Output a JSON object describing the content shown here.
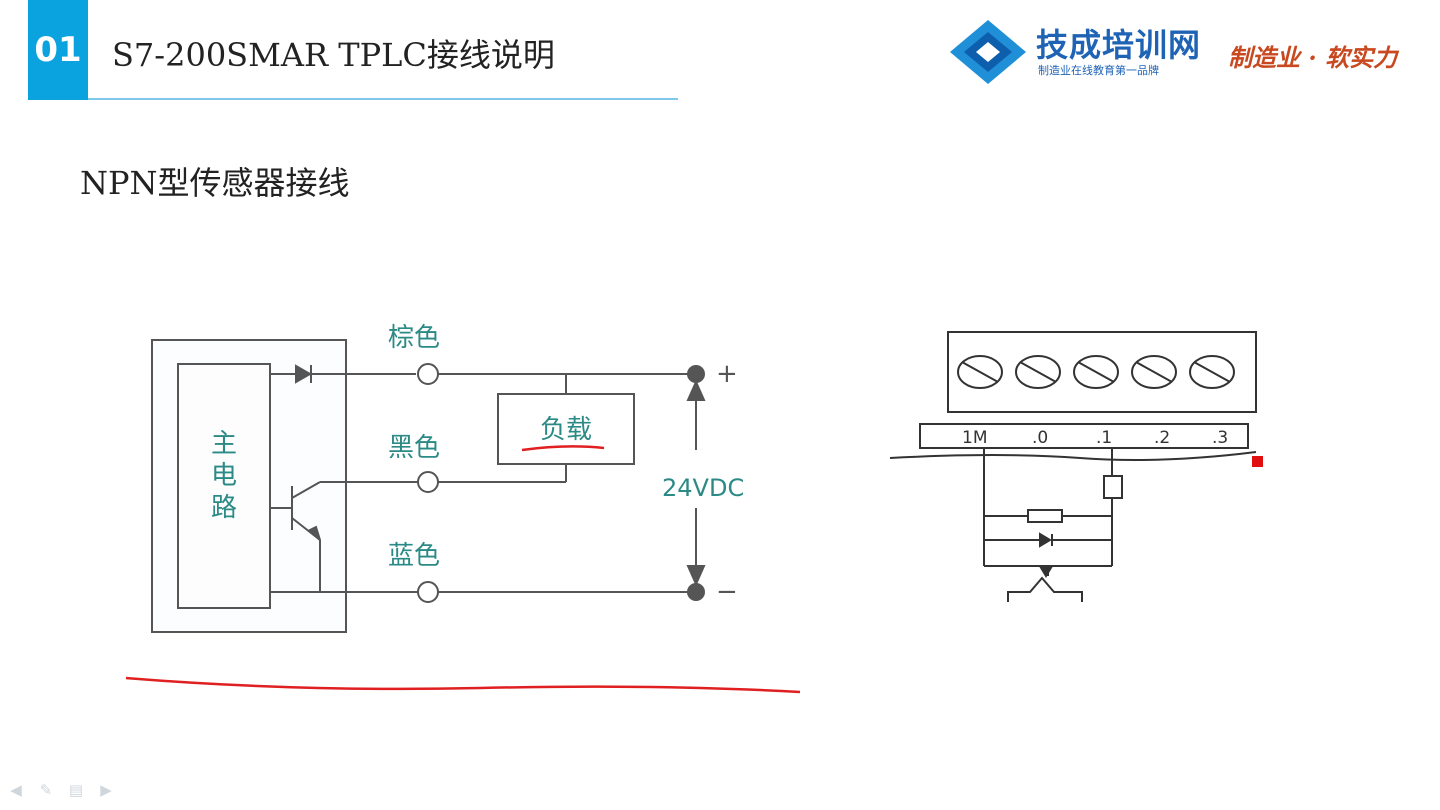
{
  "slide": {
    "number": "01",
    "title": "S7-200SMAR TPLC接线说明",
    "subtitle": "NPN型传感器接线"
  },
  "brand": {
    "name": "技成培训网",
    "tagline": "制造业在线教育第一品牌",
    "slogan": "制造业 · 软实力",
    "colors": {
      "primary": "#1f63b5",
      "accent": "#0aa3e0",
      "slogan": "#c8481f"
    }
  },
  "sensor_diagram": {
    "main_circuit_label": [
      "主",
      "电",
      "路"
    ],
    "wire_brown": "棕色",
    "wire_black": "黑色",
    "wire_blue": "蓝色",
    "load_label": "负载",
    "voltage_label": "24VDC",
    "plus_sign": "+",
    "minus_sign": "−"
  },
  "plc_terminal": {
    "labels": [
      "1M",
      ".0",
      ".1",
      ".2",
      ".3"
    ]
  },
  "nav_icons": [
    "arrow-left-icon",
    "pencil-icon",
    "menu-icon",
    "arrow-right-icon"
  ]
}
